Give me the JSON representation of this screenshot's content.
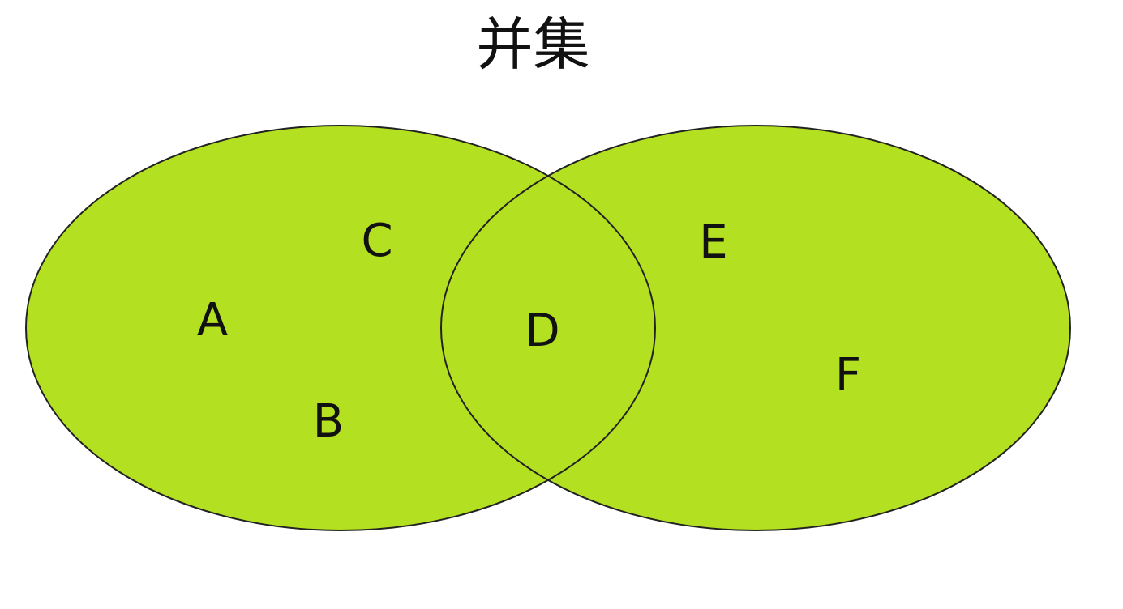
{
  "title": "并集",
  "fill_color": "#b3e021",
  "stroke_color": "#222222",
  "labels": {
    "a": "A",
    "b": "B",
    "c": "C",
    "d": "D",
    "e": "E",
    "f": "F"
  }
}
